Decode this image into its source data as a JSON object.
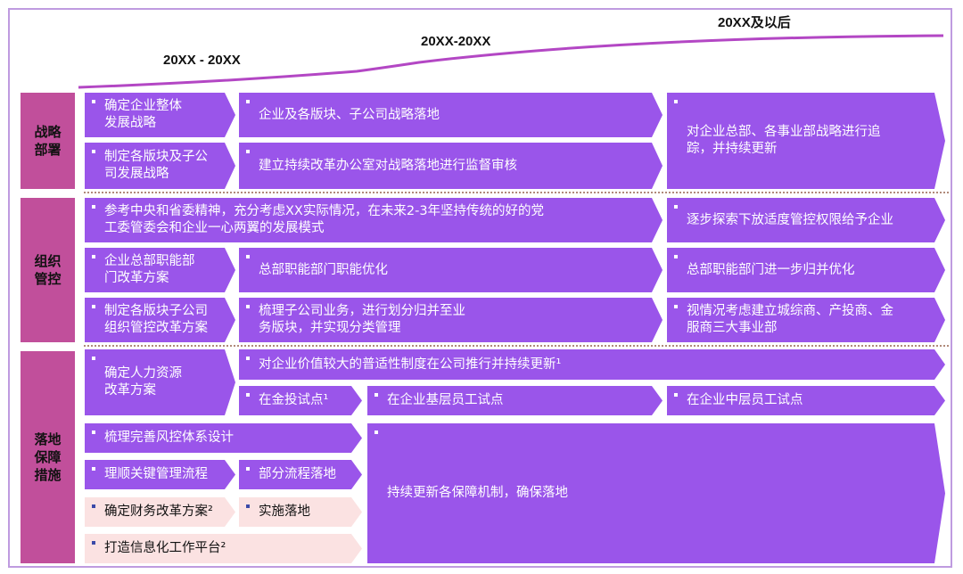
{
  "timeline": {
    "periods": [
      "20XX - 20XX",
      "20XX-20XX",
      "20XX及以后"
    ]
  },
  "categories": [
    {
      "label": "战略\n部署"
    },
    {
      "label": "组织\n管控"
    },
    {
      "label": "落地\n保障\n措施"
    }
  ],
  "strategy": {
    "b1": "确定企业整体\n发展战略",
    "b2": "制定各版块及子公\n司发展战略",
    "b3": "企业及各版块、子公司战略落地",
    "b4": "建立持续改革办公室对战略落地进行监督审核",
    "b5": "对企业总部、各事业部战略进行追\n踪，并持续更新"
  },
  "org": {
    "b1": "参考中央和省委精神，充分考虑XX实际情况，在未来2-3年坚持传统的好的党\n工委管委会和企业一心两翼的发展模式",
    "b2": "逐步探索下放适度管控权限给予企业",
    "b3": "企业总部职能部\n门改革方案",
    "b4": "总部职能部门职能优化",
    "b5": "总部职能部门进一步归并优化",
    "b6": "制定各版块子公司\n组织管控改革方案",
    "b7": "梳理子公司业务，进行划分归并至业\n务版块，并实现分类管理",
    "b8": "视情况考虑建立城综商、产投商、金\n服商三大事业部"
  },
  "support": {
    "b1": "确定人力资源\n改革方案",
    "b2": "对企业价值较大的普适性制度在公司推行并持续更新¹",
    "b3": "在金投试点¹",
    "b4": "在企业基层员工试点",
    "b5": "在企业中层员工试点",
    "b6": "梳理完善风控体系设计",
    "b7": "理顺关键管理流程",
    "b8": "部分流程落地",
    "b9": "确定财务改革方案²",
    "b10": "实施落地",
    "b11": "打造信息化工作平台²",
    "b12": "持续更新各保障机制，确保落地"
  },
  "colors": {
    "box": "#9a55ea",
    "box_light": "#fbe2e2",
    "category": "#c14f9b",
    "timeline": "#b347c4"
  }
}
